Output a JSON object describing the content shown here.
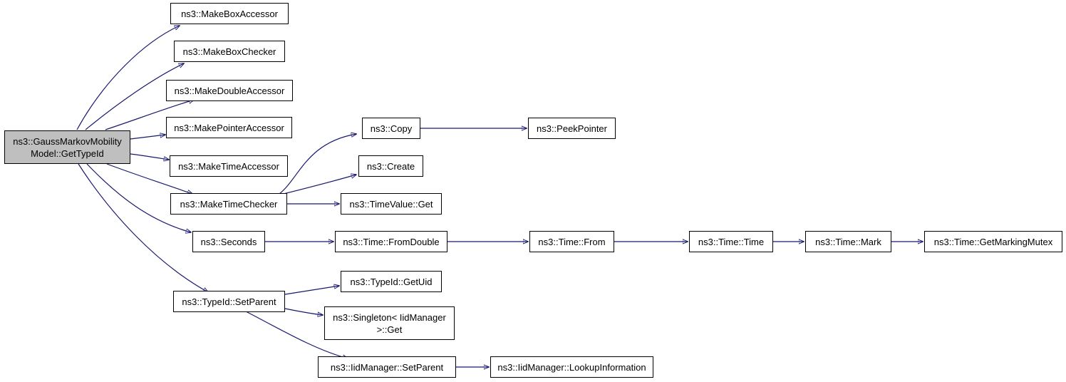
{
  "colors": {
    "edge": "#191970",
    "root_fill": "#bfbfbf",
    "node_fill": "#ffffff",
    "border": "#000000"
  },
  "nodes": {
    "root": "ns3::GaussMarkovMobility\nModel::GetTypeId",
    "make_box_accessor": "ns3::MakeBoxAccessor",
    "make_box_checker": "ns3::MakeBoxChecker",
    "make_double_accessor": "ns3::MakeDoubleAccessor",
    "make_pointer_accessor": "ns3::MakePointerAccessor",
    "make_time_accessor": "ns3::MakeTimeAccessor",
    "make_time_checker": "ns3::MakeTimeChecker",
    "seconds": "ns3::Seconds",
    "typeid_set_parent": "ns3::TypeId::SetParent",
    "copy": "ns3::Copy",
    "peek_pointer": "ns3::PeekPointer",
    "create": "ns3::Create",
    "timevalue_get": "ns3::TimeValue::Get",
    "time_from_double": "ns3::Time::FromDouble",
    "time_from": "ns3::Time::From",
    "time_time": "ns3::Time::Time",
    "time_mark": "ns3::Time::Mark",
    "time_get_marking_mutex": "ns3::Time::GetMarkingMutex",
    "typeid_get_uid": "ns3::TypeId::GetUid",
    "singleton_get": "ns3::Singleton< IidManager\n>::Get",
    "iidmanager_set_parent": "ns3::IidManager::SetParent",
    "iidmanager_lookup_information": "ns3::IidManager::LookupInformation"
  }
}
